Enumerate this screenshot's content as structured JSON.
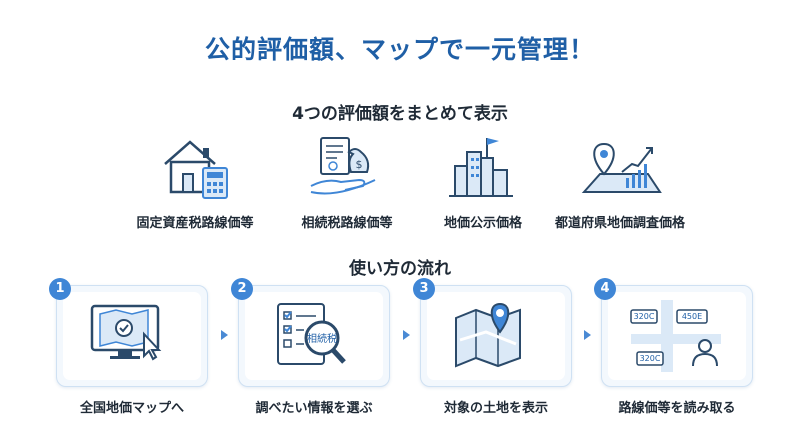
{
  "title": "公的評価額、マップで一元管理！",
  "subtitle": "4つの評価額をまとめて表示",
  "valuation_types": [
    {
      "label": "固定資産税路線価等",
      "icon": "house-calculator-icon"
    },
    {
      "label": "相続税路線価等",
      "icon": "document-money-hand-icon"
    },
    {
      "label": "地価公示価格",
      "icon": "city-flag-icon"
    },
    {
      "label": "都道府県地価調査価格",
      "icon": "map-pin-chart-icon"
    }
  ],
  "flow": {
    "title": "使い方の流れ",
    "steps": [
      {
        "number": "1",
        "label": "全国地価マップへ",
        "icon": "monitor-map-cursor-icon"
      },
      {
        "number": "2",
        "label": "調べたい情報を選ぶ",
        "icon": "checklist-magnifier-icon",
        "badge": "相続税"
      },
      {
        "number": "3",
        "label": "対象の土地を表示",
        "icon": "folded-map-pin-icon"
      },
      {
        "number": "4",
        "label": "路線価等を読み取る",
        "icon": "street-map-person-icon",
        "map_labels": [
          "320C",
          "450E",
          "320C"
        ]
      }
    ]
  },
  "colors": {
    "accent": "#1f5fa6",
    "icon_blue": "#3f86d6",
    "card_bg": "#f3f8fd"
  }
}
